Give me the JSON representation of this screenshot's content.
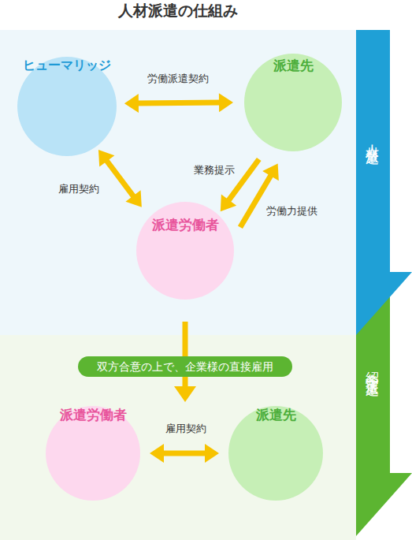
{
  "diagram": {
    "title": "人材派遣の仕組み",
    "nodes": [
      {
        "text": [
          "ヒューマリッジ"
        ]
      },
      {
        "text": [
          "派遣先"
        ]
      },
      {
        "text": [
          "派遣労働者"
        ]
      },
      {
        "text": [
          "人材派遣"
        ]
      },
      {
        "text": [
          "双方合意の上で、企業様の直接雇用"
        ]
      },
      {
        "text": [
          "派遣労働者"
        ]
      },
      {
        "text": [
          "派遣先"
        ]
      },
      {
        "text": [
          "紹介予定派遣"
        ]
      }
    ],
    "edges": [
      {
        "from": 0,
        "to": 1,
        "label": "労働派遣契約",
        "arrow": "both"
      },
      {
        "from": 0,
        "to": 2,
        "label": "雇用契約",
        "arrow": "both"
      },
      {
        "from": 1,
        "to": 2,
        "label": "業務提示",
        "arrow": "to"
      },
      {
        "from": 2,
        "to": 1,
        "label": "労働力提供",
        "arrow": "to"
      },
      {
        "from": 2,
        "to": 4,
        "arrow": "none"
      },
      {
        "from": 5,
        "to": 6,
        "label": "雇用契約",
        "arrow": "both"
      }
    ]
  }
}
